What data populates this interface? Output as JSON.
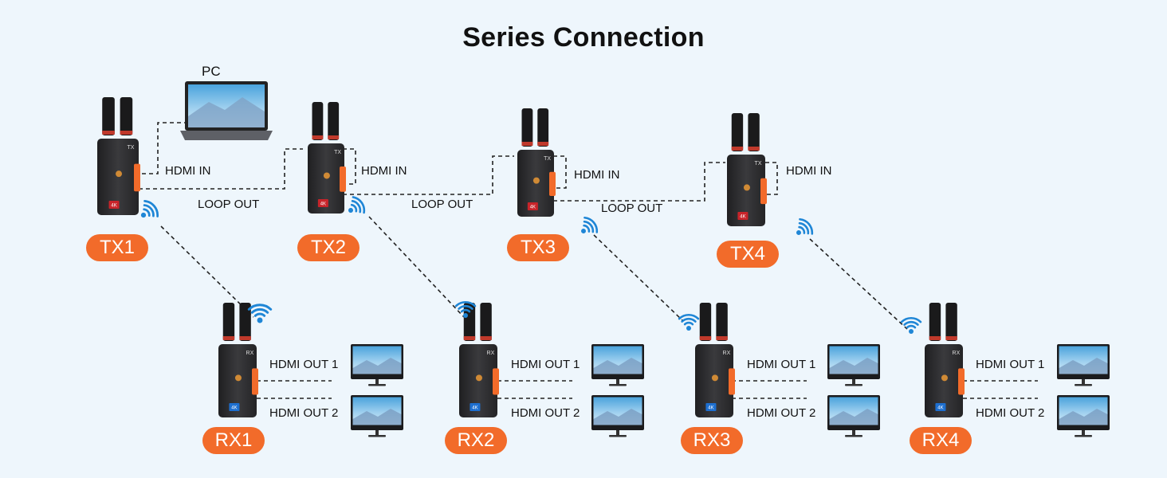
{
  "title": "Series Connection",
  "pc_label": "PC",
  "labels": {
    "hdmi_in": "HDMI IN",
    "loop_out": "LOOP OUT",
    "hdmi_out_1": "HDMI OUT 1",
    "hdmi_out_2": "HDMI OUT 2"
  },
  "transmitters": [
    {
      "id": "TX1",
      "tag": "TX",
      "badge": "4K"
    },
    {
      "id": "TX2",
      "tag": "TX",
      "badge": "4K"
    },
    {
      "id": "TX3",
      "tag": "TX",
      "badge": "4K"
    },
    {
      "id": "TX4",
      "tag": "TX",
      "badge": "4K"
    }
  ],
  "receivers": [
    {
      "id": "RX1",
      "tag": "RX",
      "badge": "4K"
    },
    {
      "id": "RX2",
      "tag": "RX",
      "badge": "4K"
    },
    {
      "id": "RX3",
      "tag": "RX",
      "badge": "4K"
    },
    {
      "id": "RX4",
      "tag": "RX",
      "badge": "4K"
    }
  ],
  "colors": {
    "accent": "#f26b2a",
    "wifi": "#1f86d6",
    "device_body": "#2b2b2d",
    "tx_badge": "#c8242a",
    "rx_badge": "#1d6fd0",
    "background": "#eef6fc"
  }
}
